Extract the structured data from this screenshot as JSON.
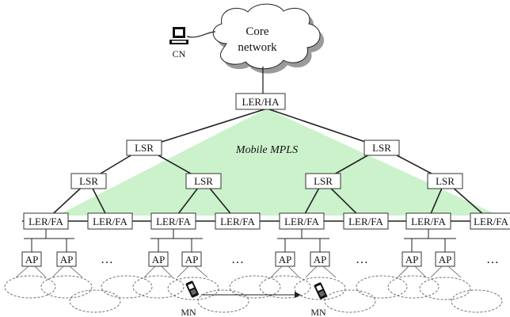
{
  "colors": {
    "region": "#ccf2cc",
    "cloud_shadow": "#9a9a9a",
    "line": "#222222"
  },
  "core": {
    "line1": "Core",
    "line2": "network"
  },
  "cn": {
    "label": "CN",
    "icon": "computer-icon"
  },
  "ler_ha": {
    "label": "LER/HA"
  },
  "region": {
    "label": "Mobile MPLS"
  },
  "lsr": {
    "label": "LSR"
  },
  "ler_fa": {
    "label": "LER/FA"
  },
  "ap": {
    "label": "AP"
  },
  "ellipsis": "…",
  "mn": {
    "label": "MN",
    "icon": "mobile-phone-icon"
  }
}
